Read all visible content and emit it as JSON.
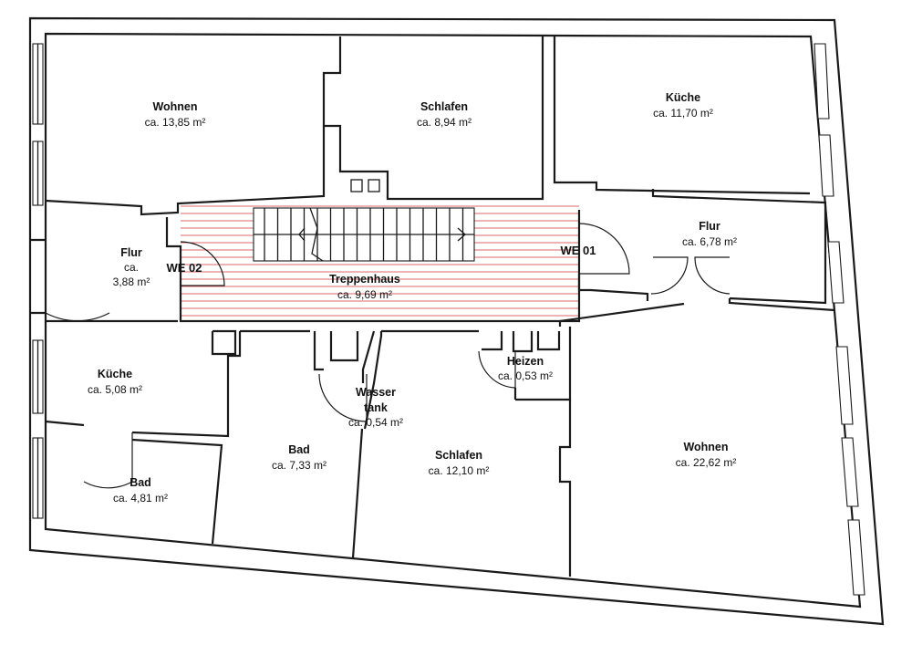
{
  "plan": {
    "rooms": {
      "wohnen_nw": {
        "name": "Wohnen",
        "area": "ca. 13,85 m²"
      },
      "schlafen_n": {
        "name": "Schlafen",
        "area": "ca. 8,94 m²"
      },
      "kueche_ne": {
        "name": "Küche",
        "area": "ca. 11,70 m²"
      },
      "flur_w": {
        "name": "Flur",
        "area_l1": "ca.",
        "area_l2": "3,88 m²"
      },
      "treppenhaus": {
        "name": "Treppenhaus",
        "area": "ca. 9,69 m²"
      },
      "flur_e": {
        "name": "Flur",
        "area": "ca. 6,78 m²"
      },
      "kueche_w": {
        "name": "Küche",
        "area": "ca. 5,08 m²"
      },
      "bad_w": {
        "name": "Bad",
        "area": "ca. 4,81 m²"
      },
      "bad_c": {
        "name": "Bad",
        "area": "ca. 7,33 m²"
      },
      "wassertank": {
        "name_l1": "Wasser",
        "name_l2": "tank",
        "area": "ca. 0,54 m²"
      },
      "heizen": {
        "name": "Heizen",
        "area": "ca. 0,53 m²"
      },
      "schlafen_s": {
        "name": "Schlafen",
        "area": "ca. 12,10 m²"
      },
      "wohnen_se": {
        "name": "Wohnen",
        "area": "ca. 22,62 m²"
      }
    },
    "units": {
      "we01": "WE 01",
      "we02": "WE 02"
    },
    "colors": {
      "walls": "#1a1a1a",
      "stairwell_hatch": "#d96a6a",
      "background": "#ffffff"
    }
  }
}
